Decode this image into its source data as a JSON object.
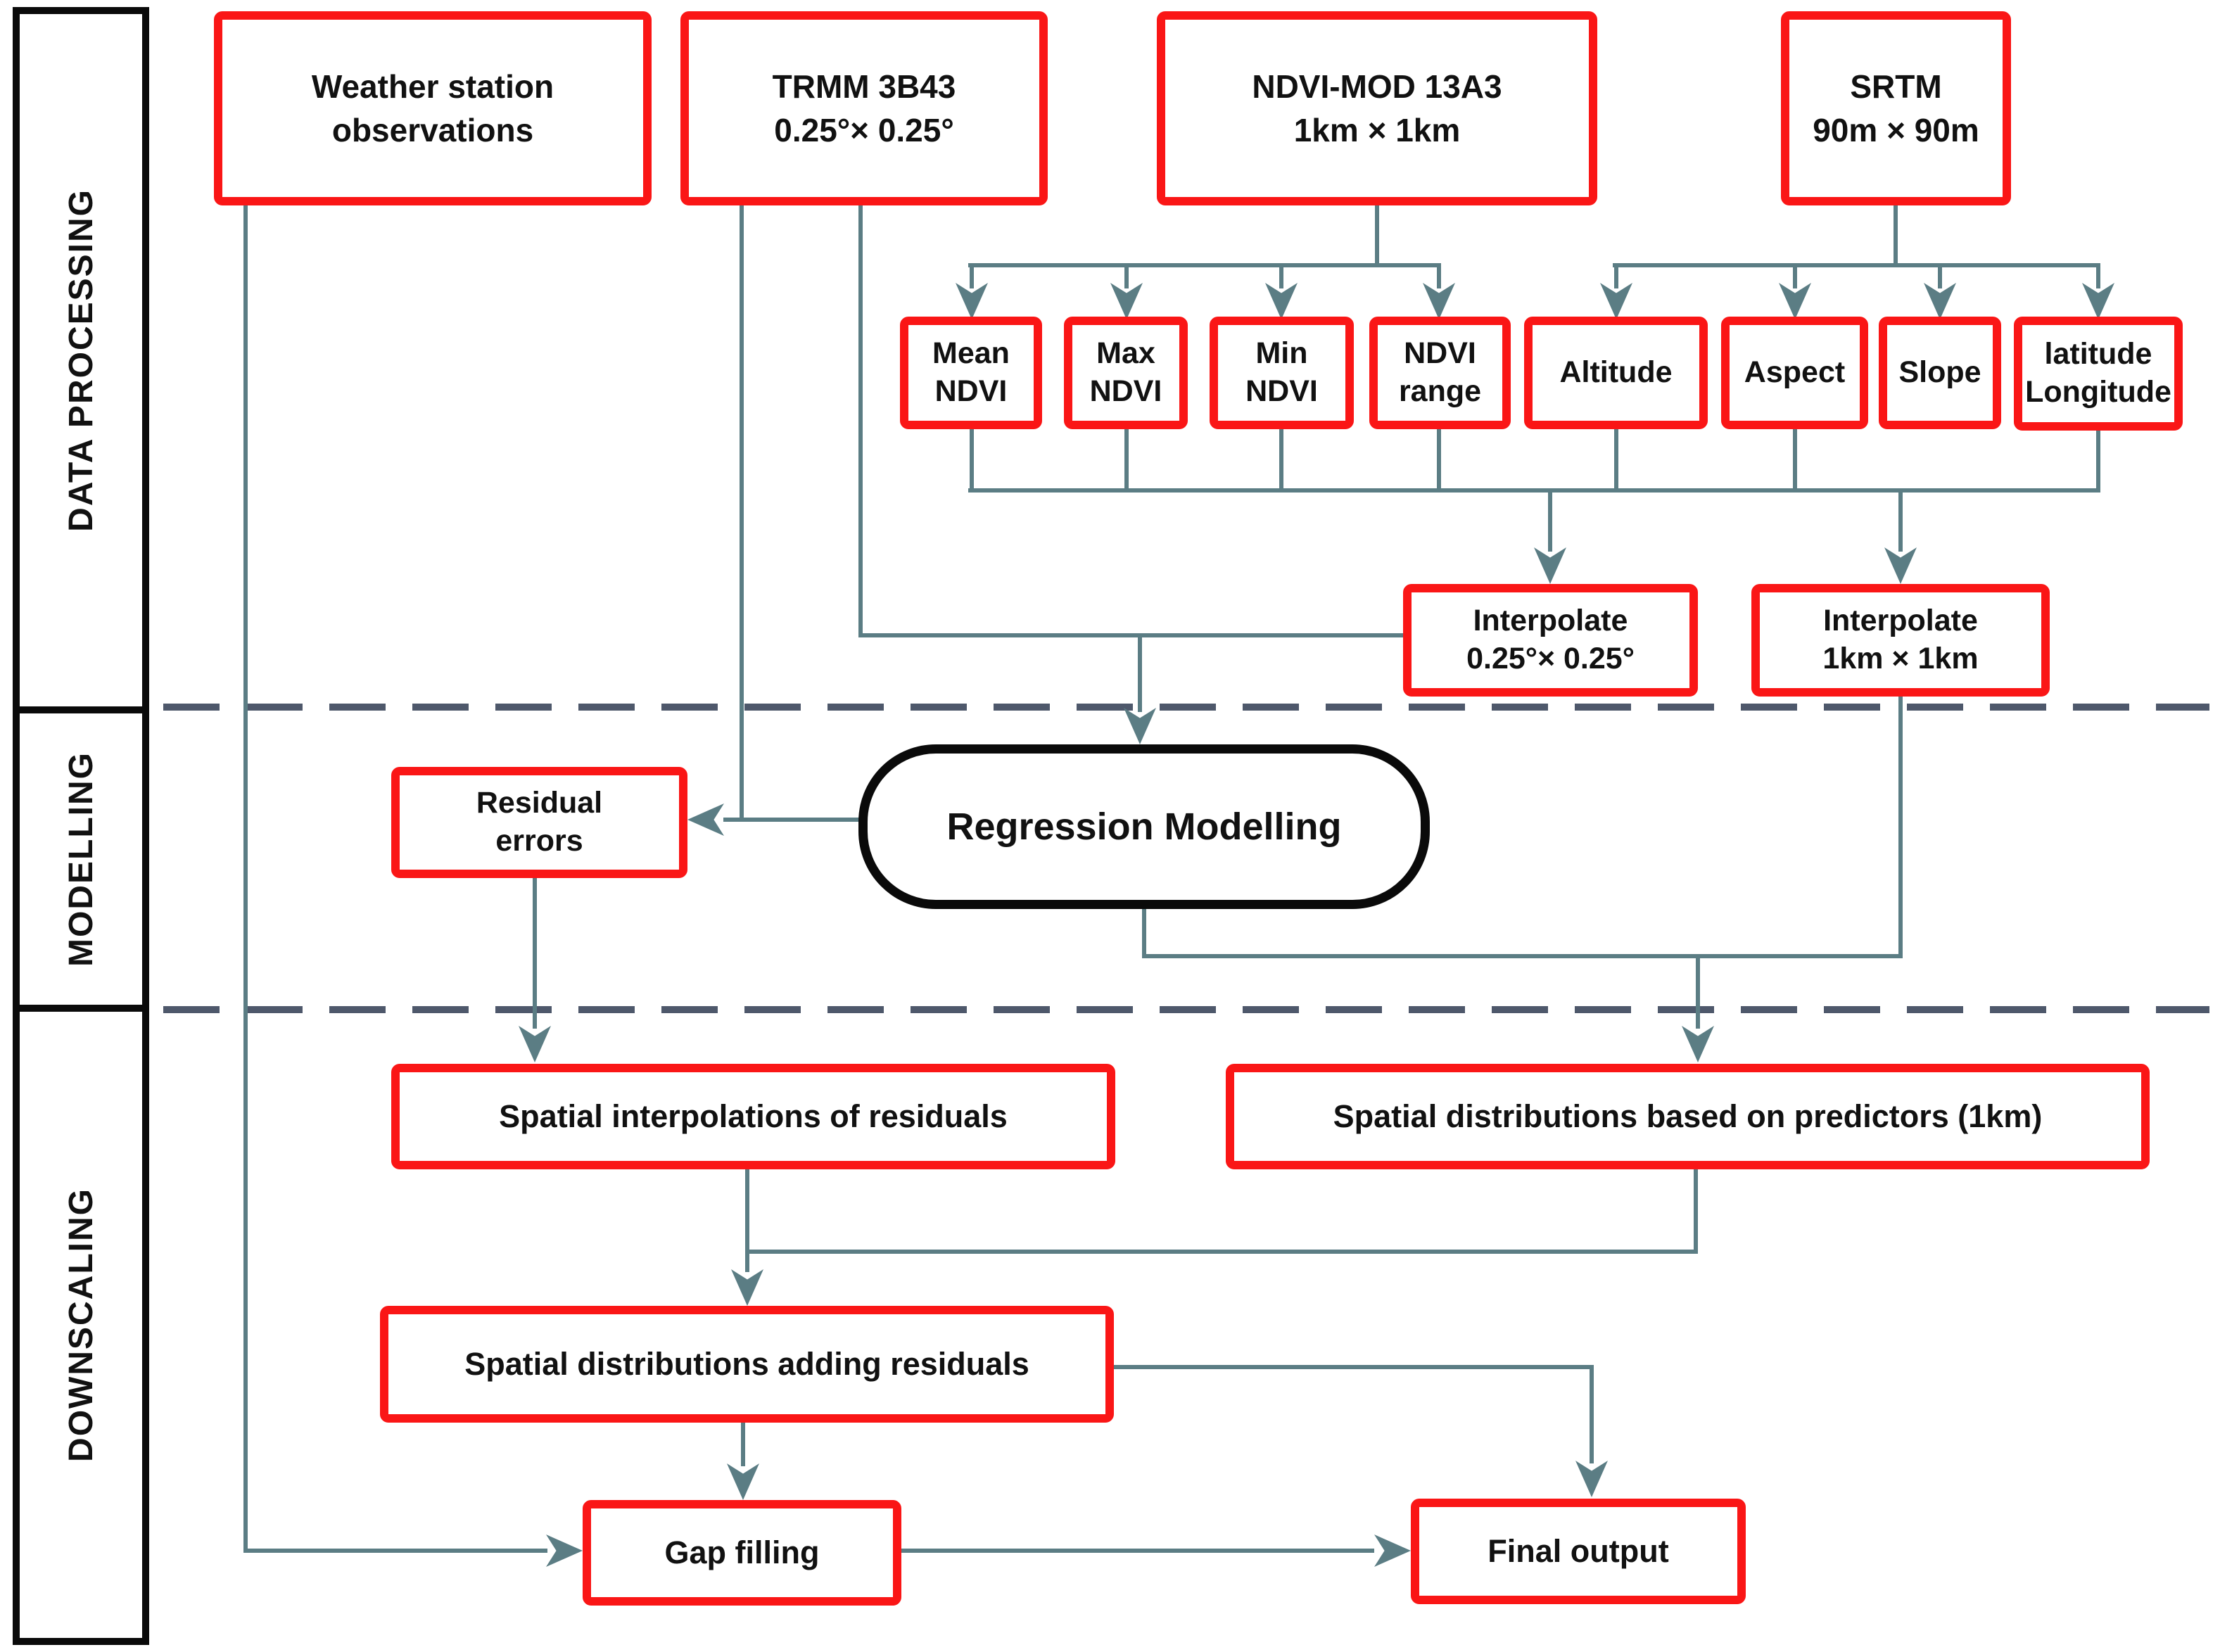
{
  "title": "TRMM precipitation downscaling workflow diagram",
  "colors": {
    "node_border_red": "#fa1616",
    "connector_teal": "#5b7d84",
    "section_dash_gray": "#4e586b",
    "outline_black": "#0a0a0a"
  },
  "sidebar": {
    "sections": [
      {
        "label": "DATA PROCESSING"
      },
      {
        "label": "MODELLING"
      },
      {
        "label": "DOWNSCALING"
      }
    ]
  },
  "nodes": {
    "weather": {
      "line1": "Weather station",
      "line2": "observations"
    },
    "trmm": {
      "line1": "TRMM 3B43",
      "line2": "0.25°× 0.25°"
    },
    "ndvi": {
      "line1": "NDVI-MOD 13A3",
      "line2": "1km × 1km"
    },
    "srtm": {
      "line1": "SRTM",
      "line2": "90m × 90m"
    },
    "mean_ndvi": {
      "line1": "Mean",
      "line2": "NDVI"
    },
    "max_ndvi": {
      "line1": "Max",
      "line2": "NDVI"
    },
    "min_ndvi": {
      "line1": "Min",
      "line2": "NDVI"
    },
    "ndvi_range": {
      "line1": "NDVI",
      "line2": "range"
    },
    "altitude": {
      "label": "Altitude"
    },
    "aspect": {
      "label": "Aspect"
    },
    "slope": {
      "label": "Slope"
    },
    "latlong": {
      "line1": "latitude",
      "line2": "Longitude"
    },
    "interp_025": {
      "line1": "Interpolate",
      "line2": "0.25°× 0.25°"
    },
    "interp_1km": {
      "line1": "Interpolate",
      "line2": "1km × 1km"
    },
    "regression": {
      "label": "Regression Modelling"
    },
    "residual": {
      "line1": "Residual",
      "line2": "errors"
    },
    "sp_interp": {
      "label": "Spatial interpolations of residuals"
    },
    "sp_dist": {
      "label": "Spatial distributions based on predictors (1km)"
    },
    "adding": {
      "label": "Spatial distributions adding residuals"
    },
    "gap": {
      "label": "Gap filling"
    },
    "final": {
      "label": "Final output"
    }
  },
  "edges": [
    "weather → gap",
    "trmm → residual-error-line",
    "trmm → regression",
    "ndvi → mean/max/min/range",
    "srtm → altitude/aspect/slope/lat-long",
    "predictors → interpolate-0.25 & interpolate-1km",
    "interpolate-0.25 → regression",
    "regression → residual",
    "regression + interpolate-1km → sp_dist",
    "residual → sp_interp",
    "sp_interp + sp_dist → adding",
    "adding → gap",
    "adding → final",
    "gap → final"
  ]
}
